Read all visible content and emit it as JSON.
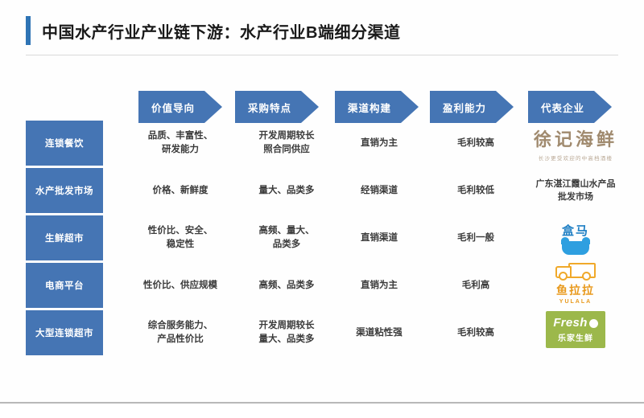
{
  "slide": {
    "title": "中国水产行业产业链下游：水产行业B端细分渠道",
    "accent_color": "#2f74b5",
    "header_color": "#4575b4"
  },
  "columns": [
    {
      "key": "value",
      "label": "价值导向"
    },
    {
      "key": "purchase",
      "label": "采购特点"
    },
    {
      "key": "channel",
      "label": "渠道构建"
    },
    {
      "key": "profit",
      "label": "盈利能力"
    },
    {
      "key": "company",
      "label": "代表企业"
    }
  ],
  "rows": [
    {
      "category": "连锁餐饮",
      "value": "品质、丰富性、\n研发能力",
      "purchase": "开发周期较长\n照合同供应",
      "channel": "直销为主",
      "profit": "毛利较高",
      "company_logo": "xuji",
      "company_name": "徐记海鲜",
      "company_tagline": "长沙更受欢迎的中高档酒楼"
    },
    {
      "category": "水产批发市场",
      "value": "价格、新鲜度",
      "purchase": "量大、品类多",
      "channel": "经销渠道",
      "profit": "毛利较低",
      "company_logo": "text",
      "company_name": "广东湛江霞山水产品\n批发市场",
      "company_tagline": ""
    },
    {
      "category": "生鲜超市",
      "value": "性价比、安全、\n稳定性",
      "purchase": "高频、量大、\n品类多",
      "channel": "直销渠道",
      "profit": "毛利一般",
      "company_logo": "hema",
      "company_name": "盒马",
      "company_tagline": ""
    },
    {
      "category": "电商平台",
      "value": "性价比、供应规模",
      "purchase": "高频、品类多",
      "channel": "直销为主",
      "profit": "毛利高",
      "company_logo": "yulala",
      "company_name": "鱼拉拉",
      "company_tagline": "YULALA"
    },
    {
      "category": "大型连锁超市",
      "value": "综合服务能力、\n产品性价比",
      "purchase": "开发周期较长\n量大、品类多",
      "channel": "渠道粘性强",
      "profit": "毛利较高",
      "company_logo": "fresh",
      "company_name": "Fresh",
      "company_tagline": "乐家生鲜"
    }
  ]
}
